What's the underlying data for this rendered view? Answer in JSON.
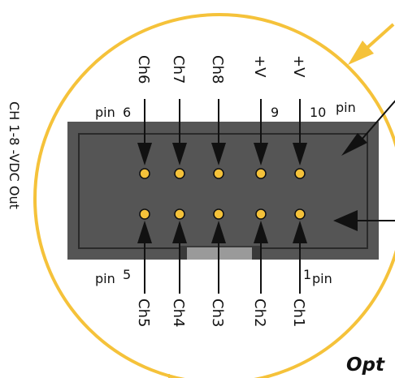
{
  "side_label": "CH 1-8 -VDC Out",
  "corner_label": "Opt",
  "top_channels": [
    "Ch6",
    "Ch7",
    "Ch8",
    "+V",
    "+V"
  ],
  "bottom_channels": [
    "Ch5",
    "Ch4",
    "Ch3",
    "Ch2",
    "Ch1"
  ],
  "pin_labels": {
    "pin6_word": "pin",
    "pin6_num": "6",
    "pin9_num": "9",
    "pin10_num": "10",
    "pin10_word": "pin",
    "pin5_word": "pin",
    "pin5_num": "5",
    "pin1_num": "1",
    "pin1_word": "pin"
  },
  "colors": {
    "circle_fill": "#ffffff",
    "circle_stroke": "#f5c23a",
    "connector_body": "#555555",
    "connector_inner": "#4a4a4a",
    "pin_fill": "#f5c23a",
    "key_notch": "#999999"
  }
}
